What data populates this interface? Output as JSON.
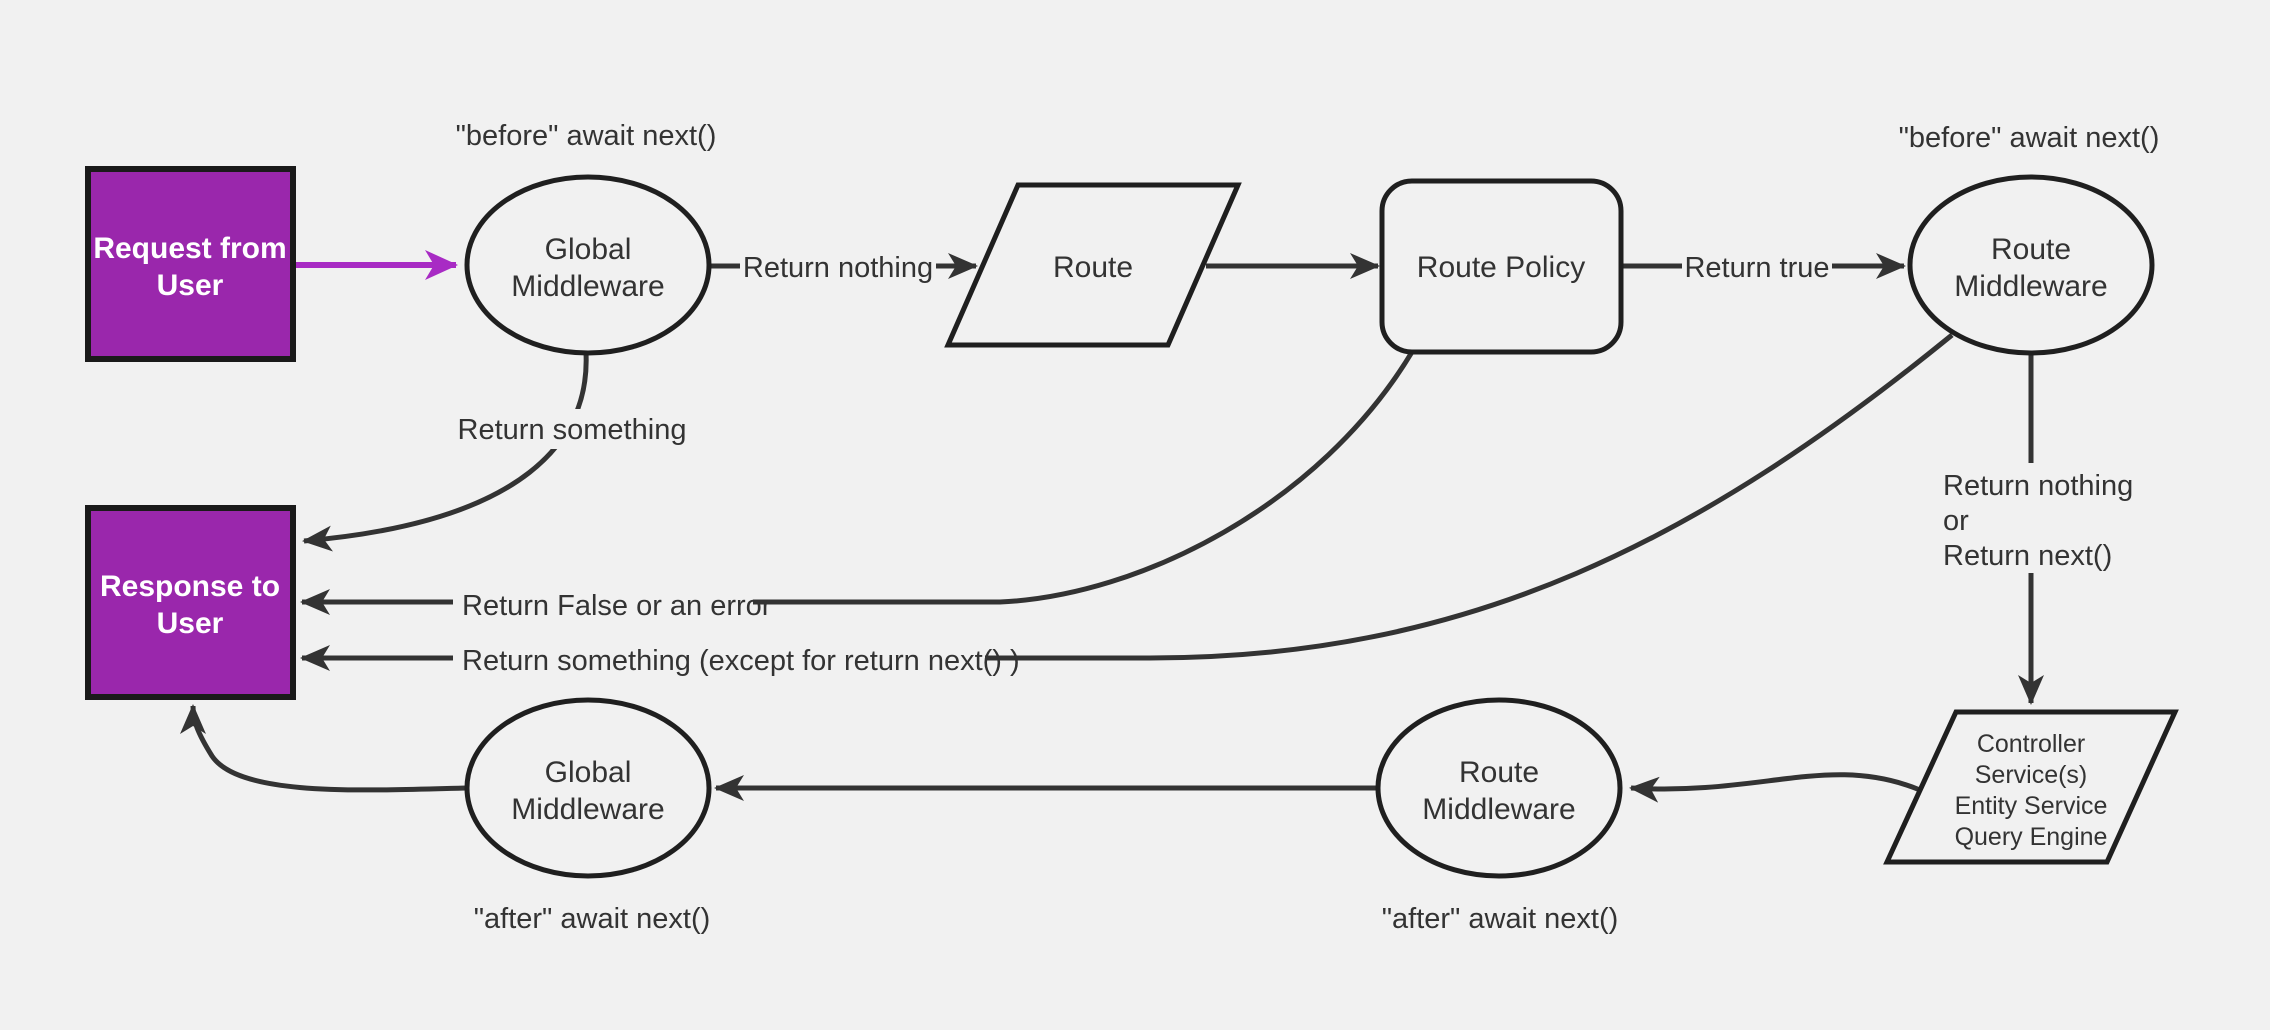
{
  "colors": {
    "background": "#F1F1F1",
    "node_fill": "#F1F1F1",
    "node_stroke": "#1F1F1F",
    "edge_color": "#333333",
    "request_response_fill": "#9A27AC",
    "request_arrow_purple": "#A82BC4",
    "box_text_color": "#FFFFFF",
    "label_text_color": "#333333"
  },
  "nodes": {
    "request": {
      "lines": [
        "Request from",
        "User"
      ]
    },
    "response": {
      "lines": [
        "Response to",
        "User"
      ]
    },
    "global_middleware_top": {
      "lines": [
        "Global",
        "Middleware"
      ]
    },
    "route": {
      "label": "Route"
    },
    "route_policy": {
      "label": "Route Policy"
    },
    "route_middleware_top": {
      "lines": [
        "Route",
        "Middleware"
      ]
    },
    "controller": {
      "lines": [
        "Controller",
        "Service(s)",
        "Entity Service",
        "Query Engine"
      ]
    },
    "route_middleware_bottom": {
      "lines": [
        "Route",
        "Middleware"
      ]
    },
    "global_middleware_bottom": {
      "lines": [
        "Global",
        "Middleware"
      ]
    }
  },
  "annotations": {
    "before_left": "\"before\" await next()",
    "before_right": "\"before\" await next()",
    "after_left": "\"after\" await next()",
    "after_right": "\"after\" await next()"
  },
  "edge_labels": {
    "return_nothing": "Return nothing",
    "return_true": "Return true",
    "return_something": "Return something",
    "return_nothing_or_next": [
      "Return nothing",
      "or",
      "Return next()"
    ],
    "return_false_or_error": "Return False or an error",
    "return_something_except": "Return something (except for return next() )"
  }
}
